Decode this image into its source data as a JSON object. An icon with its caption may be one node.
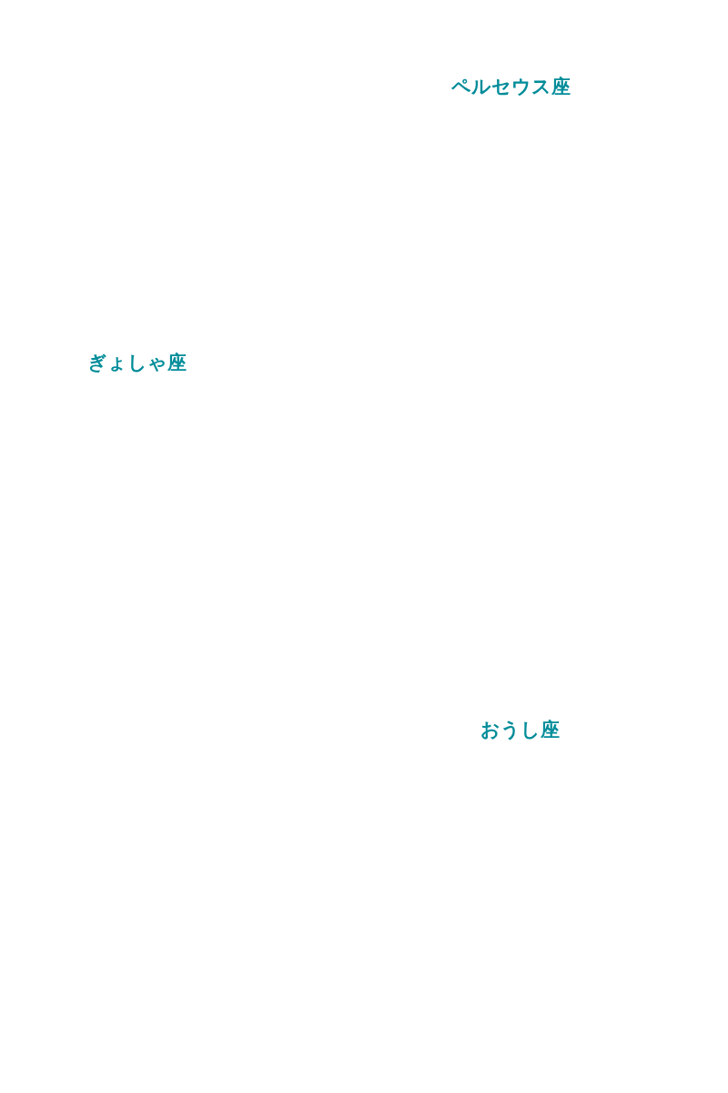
{
  "diagram": {
    "labels": [
      "ペルセウス座",
      "ぎょしゃ座",
      "おうし座"
    ]
  }
}
